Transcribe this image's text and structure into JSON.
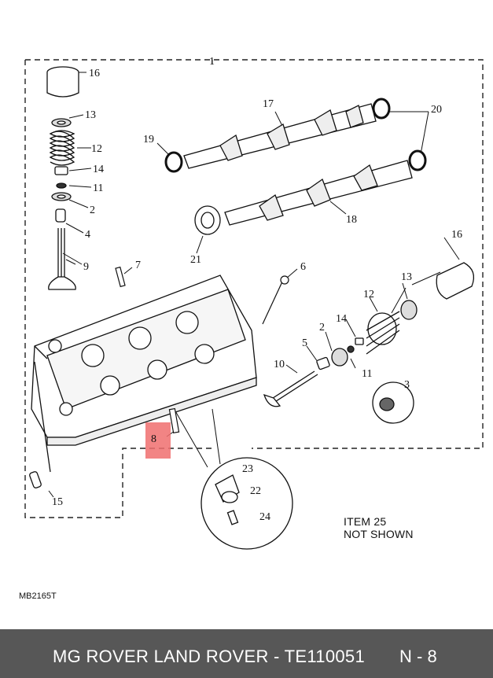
{
  "diagram": {
    "callouts": {
      "c1": "1",
      "c2a": "2",
      "c2b": "2",
      "c3": "3",
      "c4": "4",
      "c5": "5",
      "c6": "6",
      "c7": "7",
      "c8": "8",
      "c9": "9",
      "c10": "10",
      "c11a": "11",
      "c11b": "11",
      "c12a": "12",
      "c12b": "12",
      "c13a": "13",
      "c13b": "13",
      "c14a": "14",
      "c14b": "14",
      "c15": "15",
      "c16a": "16",
      "c16b": "16",
      "c17": "17",
      "c18": "18",
      "c19": "19",
      "c20": "20",
      "c21": "21",
      "c22": "22",
      "c23": "23",
      "c24": "24"
    },
    "note_line1": "ITEM 25",
    "note_line2": "NOT SHOWN",
    "drawing_code": "MB2165T",
    "highlight_color": "#f06e6e"
  },
  "footer": {
    "title": "MG ROVER LAND ROVER - TE110051",
    "page": "N - 8",
    "background": "#575757"
  }
}
